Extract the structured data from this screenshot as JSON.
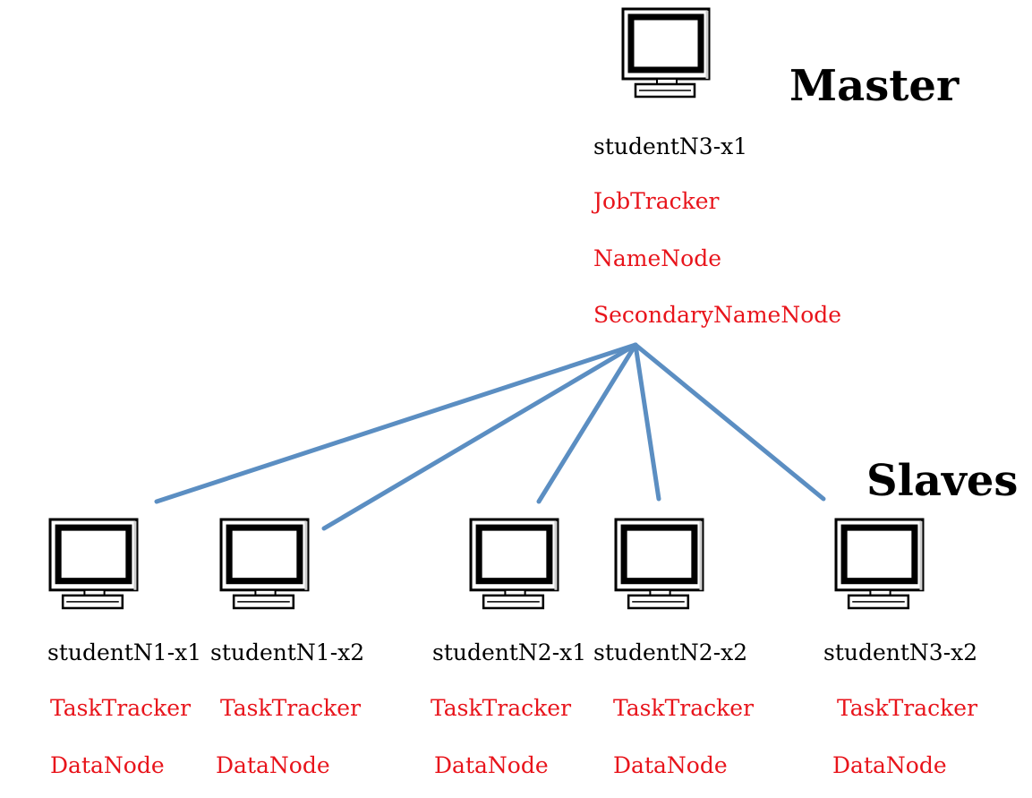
{
  "colors": {
    "host_text": "#000000",
    "service_text": "#e8141b",
    "link": "#5b8ec2",
    "monitor_frame": "#000000",
    "monitor_body": "#ffffff",
    "monitor_shade": "#d9d9d9"
  },
  "master": {
    "heading": "Master",
    "icon": "computer-monitor-icon",
    "hostname": "studentN3-x1",
    "services": [
      "JobTracker",
      "NameNode",
      "SecondaryNameNode"
    ]
  },
  "slaves": {
    "heading": "Slaves",
    "nodes": [
      {
        "icon": "computer-monitor-icon",
        "hostname": "studentN1-x1",
        "services": [
          "TaskTracker",
          "DataNode"
        ]
      },
      {
        "icon": "computer-monitor-icon",
        "hostname": "studentN1-x2",
        "services": [
          "TaskTracker",
          "DataNode"
        ]
      },
      {
        "icon": "computer-monitor-icon",
        "hostname": "studentN2-x1",
        "services": [
          "TaskTracker",
          "DataNode"
        ]
      },
      {
        "icon": "computer-monitor-icon",
        "hostname": "studentN2-x2",
        "services": [
          "TaskTracker",
          "DataNode"
        ]
      },
      {
        "icon": "computer-monitor-icon",
        "hostname": "studentN3-x2",
        "services": [
          "TaskTracker",
          "DataNode"
        ]
      }
    ]
  }
}
